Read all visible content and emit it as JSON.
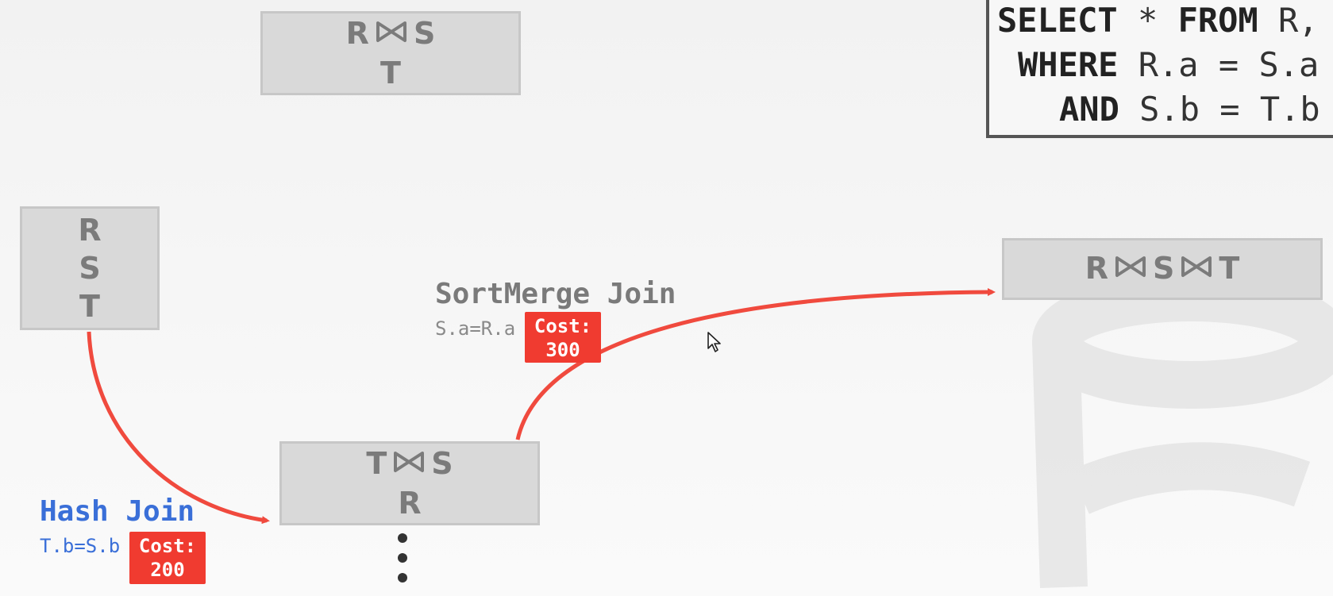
{
  "nodes": {
    "top_partial": {
      "line1_left": "R",
      "line1_right": "S",
      "line2": "T"
    },
    "base_relations": {
      "lines": [
        "R",
        "S",
        "T"
      ]
    },
    "middle_partial": {
      "line1_left": "T",
      "line1_right": "S",
      "line2": "R"
    },
    "final": {
      "rel1": "R",
      "rel2": "S",
      "rel3": "T"
    }
  },
  "sql": {
    "line1_kw": "SELECT",
    "line1_rest": " * ",
    "line1_kw2": "FROM",
    "line1_tail": " R,",
    "line2_kw": "WHERE",
    "line2_rest": " R.a = S.a",
    "line3_kw": "AND",
    "line3_rest": " S.b = T.b"
  },
  "hash_join": {
    "title": "Hash Join",
    "predicate": "T.b=S.b",
    "cost_label": "Cost:",
    "cost_value": "200",
    "color": "#3a6fd8"
  },
  "sortmerge_join": {
    "title": "SortMerge Join",
    "predicate": "S.a=R.a",
    "cost_label": "Cost:",
    "cost_value": "300",
    "color": "#7a7a7a"
  },
  "colors": {
    "arrow": "#f04a3e",
    "cost_bg": "#f03b30",
    "node_bg": "#d9d9d9",
    "node_text": "#7b7b7b"
  }
}
